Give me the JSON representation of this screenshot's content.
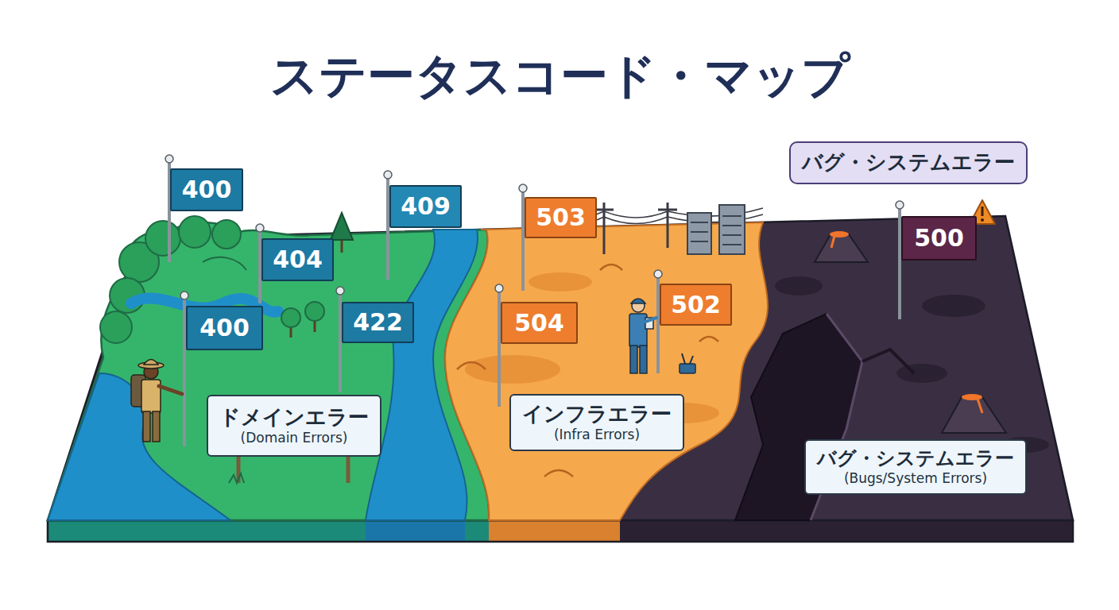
{
  "diagram": {
    "title": "ステータスコード・マップ",
    "nodes": [
      {
        "text": [
          "バグ・システムエラー"
        ]
      },
      {
        "text": [
          "400"
        ]
      },
      {
        "text": [
          "409"
        ]
      },
      {
        "text": [
          "503"
        ]
      },
      {
        "text": [
          "500"
        ]
      },
      {
        "text": [
          "404"
        ]
      },
      {
        "text": [
          "502"
        ]
      },
      {
        "text": [
          "504"
        ]
      },
      {
        "text": [
          "400"
        ]
      },
      {
        "text": [
          "422"
        ]
      },
      {
        "text": [
          "ドメインエラー",
          "(Domain Errors)"
        ]
      },
      {
        "text": [
          "インフラエラー",
          "(Infra Errors)"
        ]
      },
      {
        "text": [
          "バグ・システムエラー",
          "(Bugs/System Errors)"
        ]
      }
    ]
  }
}
